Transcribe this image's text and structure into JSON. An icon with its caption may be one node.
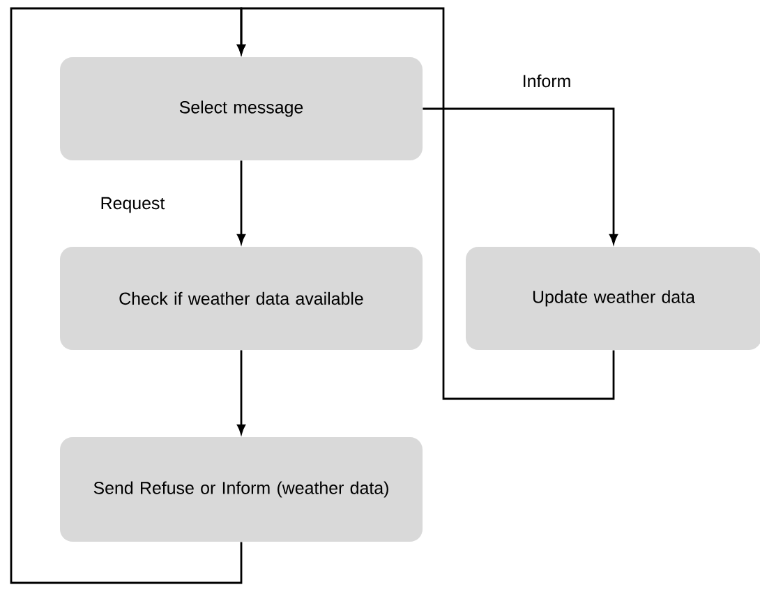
{
  "diagram": {
    "nodes": [
      {
        "text": [
          "Select message"
        ]
      },
      {
        "text": [
          "Check if weather data available"
        ]
      },
      {
        "text": [
          "Send Refuse or Inform (weather data)"
        ]
      },
      {
        "text": [
          "Update weather data"
        ]
      }
    ],
    "edges": [
      {
        "from": 0,
        "to": 1,
        "arrow": "to",
        "label": "Request"
      },
      {
        "from": 1,
        "to": 2,
        "arrow": "to"
      },
      {
        "from": 0,
        "to": 3,
        "arrow": "to",
        "label": "Inform"
      },
      {
        "from": 2,
        "to": 0,
        "arrow": "to"
      },
      {
        "from": 3,
        "to": 0,
        "arrow": "to"
      }
    ]
  }
}
